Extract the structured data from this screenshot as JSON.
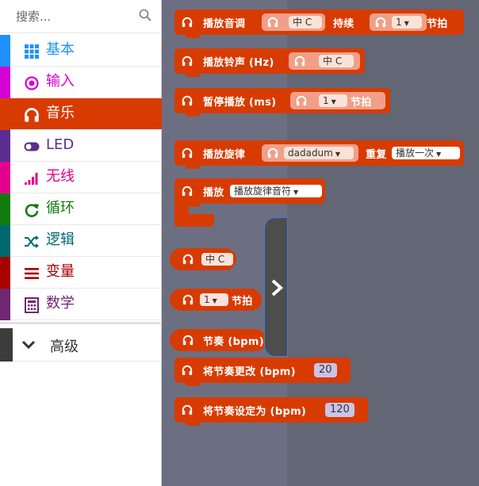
{
  "search": {
    "placeholder": "搜索..."
  },
  "categories": [
    {
      "label": "基本",
      "color": "#1e90ff",
      "icon": "grid-icon"
    },
    {
      "label": "输入",
      "color": "#d400d4",
      "icon": "input-circle-icon"
    },
    {
      "label": "音乐",
      "color": "#d83b01",
      "icon": "headphones-icon",
      "selected": true
    },
    {
      "label": "LED",
      "color": "#5c2d91",
      "icon": "toggle-icon"
    },
    {
      "label": "无线",
      "color": "#e3008c",
      "icon": "signal-bars-icon"
    },
    {
      "label": "循环",
      "color": "#107c10",
      "icon": "refresh-icon"
    },
    {
      "label": "逻辑",
      "color": "#006970",
      "icon": "shuffle-icon"
    },
    {
      "label": "变量",
      "color": "#a80000",
      "icon": "list-lines-icon"
    },
    {
      "label": "数学",
      "color": "#712672",
      "icon": "calculator-icon"
    }
  ],
  "advanced": {
    "label": "高级"
  },
  "blocks": {
    "b1": {
      "label": "播放音调",
      "note": "中 C",
      "duration_label": "持续",
      "beat_value": "1",
      "beat_unit": "节拍"
    },
    "b2": {
      "label": "播放铃声 (Hz)",
      "note": "中 C"
    },
    "b3": {
      "label": "暂停播放 (ms)",
      "beat_value": "1",
      "beat_unit": "节拍"
    },
    "b4": {
      "label": "播放旋律",
      "melody": "dadadum",
      "repeat_label": "重复",
      "repeat_value": "播放一次"
    },
    "b5": {
      "label": "播放",
      "value": "播放旋律音符"
    },
    "b6": {
      "note": "中 C"
    },
    "b7": {
      "beat_value": "1",
      "beat_unit": "节拍"
    },
    "b8": {
      "label": "节奏 (bpm)"
    },
    "b9": {
      "label": "将节奏更改 (bpm)",
      "value": "20"
    },
    "b10": {
      "label": "将节奏设定为 (bpm)",
      "value": "120"
    }
  },
  "colors": {
    "music": "#d83b01",
    "workspace": "#6c6f82"
  }
}
